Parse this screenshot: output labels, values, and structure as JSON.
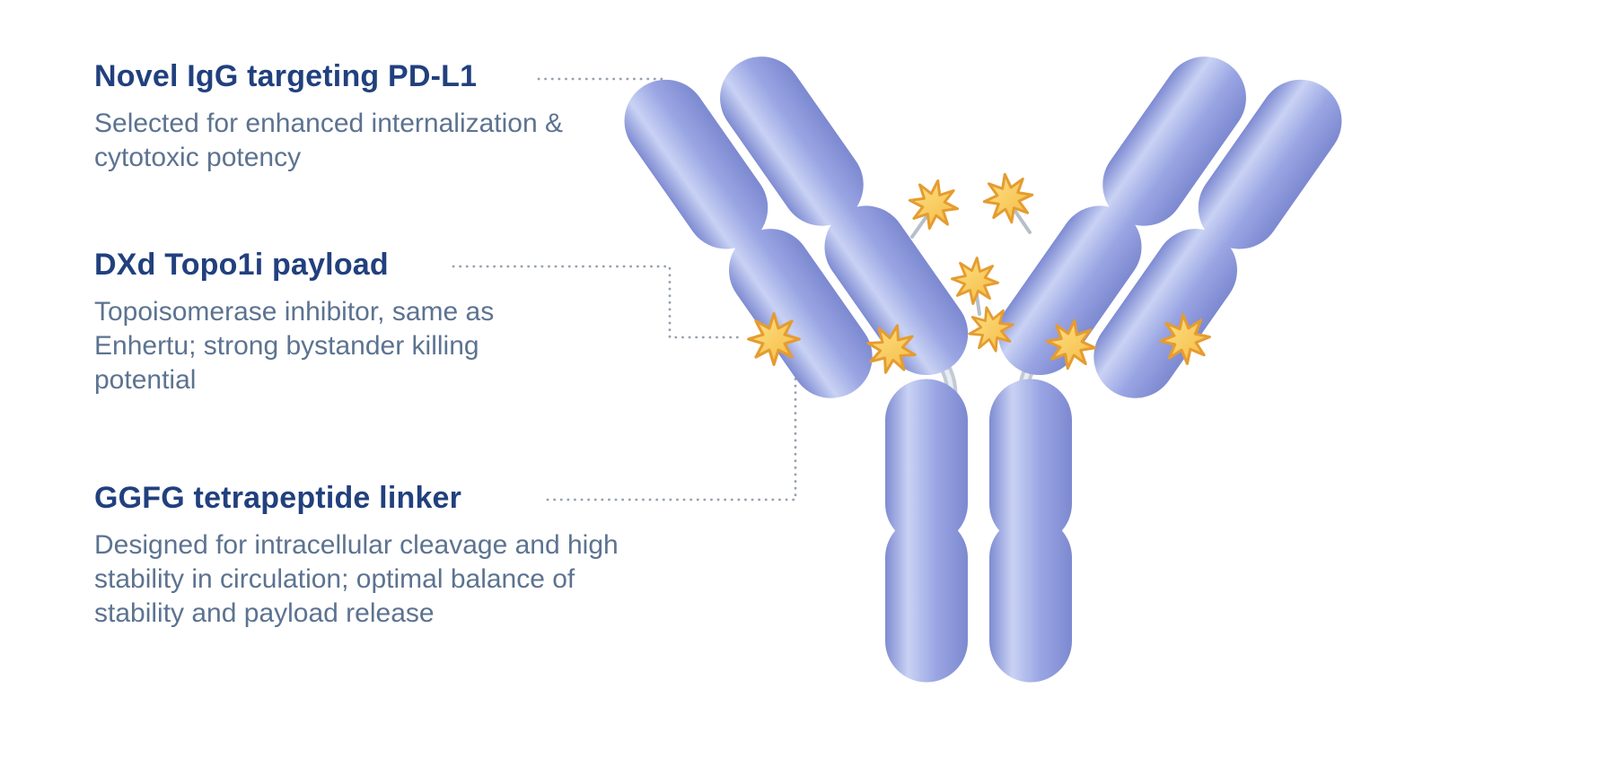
{
  "colors": {
    "heading_text": "#21407e",
    "body_text": "#5c7390",
    "antibody_body": "#8a97db",
    "antibody_highlight": "#c9d2f4",
    "hinge_silver": "#c2cad4",
    "payload_star_fill": "#f9c94b",
    "payload_star_outline": "#e59c30",
    "leader_dots": "#97a1ad"
  },
  "annotations": [
    {
      "title": "Novel IgG targeting PD-L1",
      "description": "Selected for enhanced internalization & cytotoxic potency"
    },
    {
      "title": "DXd Topo1i payload",
      "description": "Topoisomerase inhibitor, same as Enhertu; strong bystander killing potential"
    },
    {
      "title": "GGFG tetrapeptide linker",
      "description": "Designed for intracellular cleavage and high stability in circulation; optimal balance of stability and payload release"
    }
  ],
  "illustration": {
    "name": "antibody-drug-conjugate",
    "payload_star_count": 8
  }
}
